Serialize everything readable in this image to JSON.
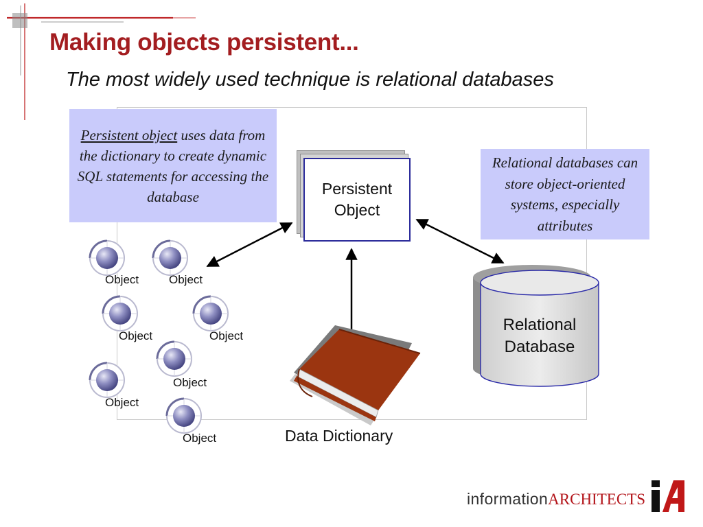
{
  "slide": {
    "title": "Making objects persistent...",
    "subtitle": "The most widely used technique is relational databases"
  },
  "notes": {
    "left_term": "Persistent object",
    "left_rest": " uses data from the dictionary to create dynamic SQL statements for accessing the database",
    "right": "Relational databases can store object-oriented systems, especially attributes"
  },
  "persistent_object": {
    "line1": "Persistent",
    "line2": "Object"
  },
  "objects": [
    "Object",
    "Object",
    "Object",
    "Object",
    "Object",
    "Object",
    "Object"
  ],
  "data_dictionary_label": "Data Dictionary",
  "database": {
    "line1": "Relational",
    "line2": "Database"
  },
  "footer": {
    "part1": "information",
    "part2": "ARCHITECTS",
    "logo_text": "iA"
  },
  "colors": {
    "title": "#a31d20",
    "note_bg": "#c9cbfb",
    "book": "#9b3510",
    "db": "#dcdcdc"
  },
  "icons": [
    "corner-crosshair",
    "object-icon",
    "book-icon",
    "cylinder-icon",
    "logo-icon"
  ]
}
